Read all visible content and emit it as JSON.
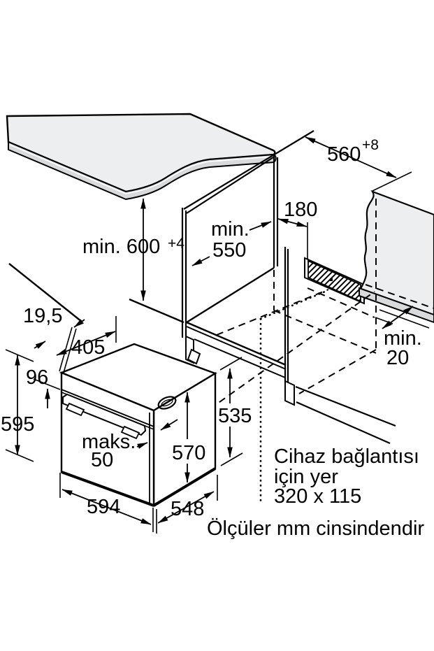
{
  "title": "Built-in oven installation drawing",
  "labels": {
    "niche_width": "560",
    "niche_width_sup": "+8",
    "niche_height": "min. 600",
    "niche_height_sup": "+4",
    "niche_depth_line1": "min.",
    "niche_depth_line2": "550",
    "connection_offset": "180",
    "rear_gap_line1": "min.",
    "rear_gap_line2": "20",
    "front_gap": "19,5",
    "top_depth": "405",
    "control_panel_height": "96",
    "oven_height": "595",
    "door_line1": "maks.",
    "door_line2": "50",
    "body_depth": "570",
    "base_height": "535",
    "oven_width": "594",
    "oven_depth": "548",
    "connection_note_line1": "Cihaz bağlantısı",
    "connection_note_line2": "için yer",
    "connection_note_line3": "320 x 115",
    "units_note": "Ölçüler mm cinsindendir"
  },
  "colors": {
    "line": "#000000",
    "surface_fill": "#edeef0",
    "edge_fill": "#d8dadc",
    "background": "#ffffff"
  }
}
